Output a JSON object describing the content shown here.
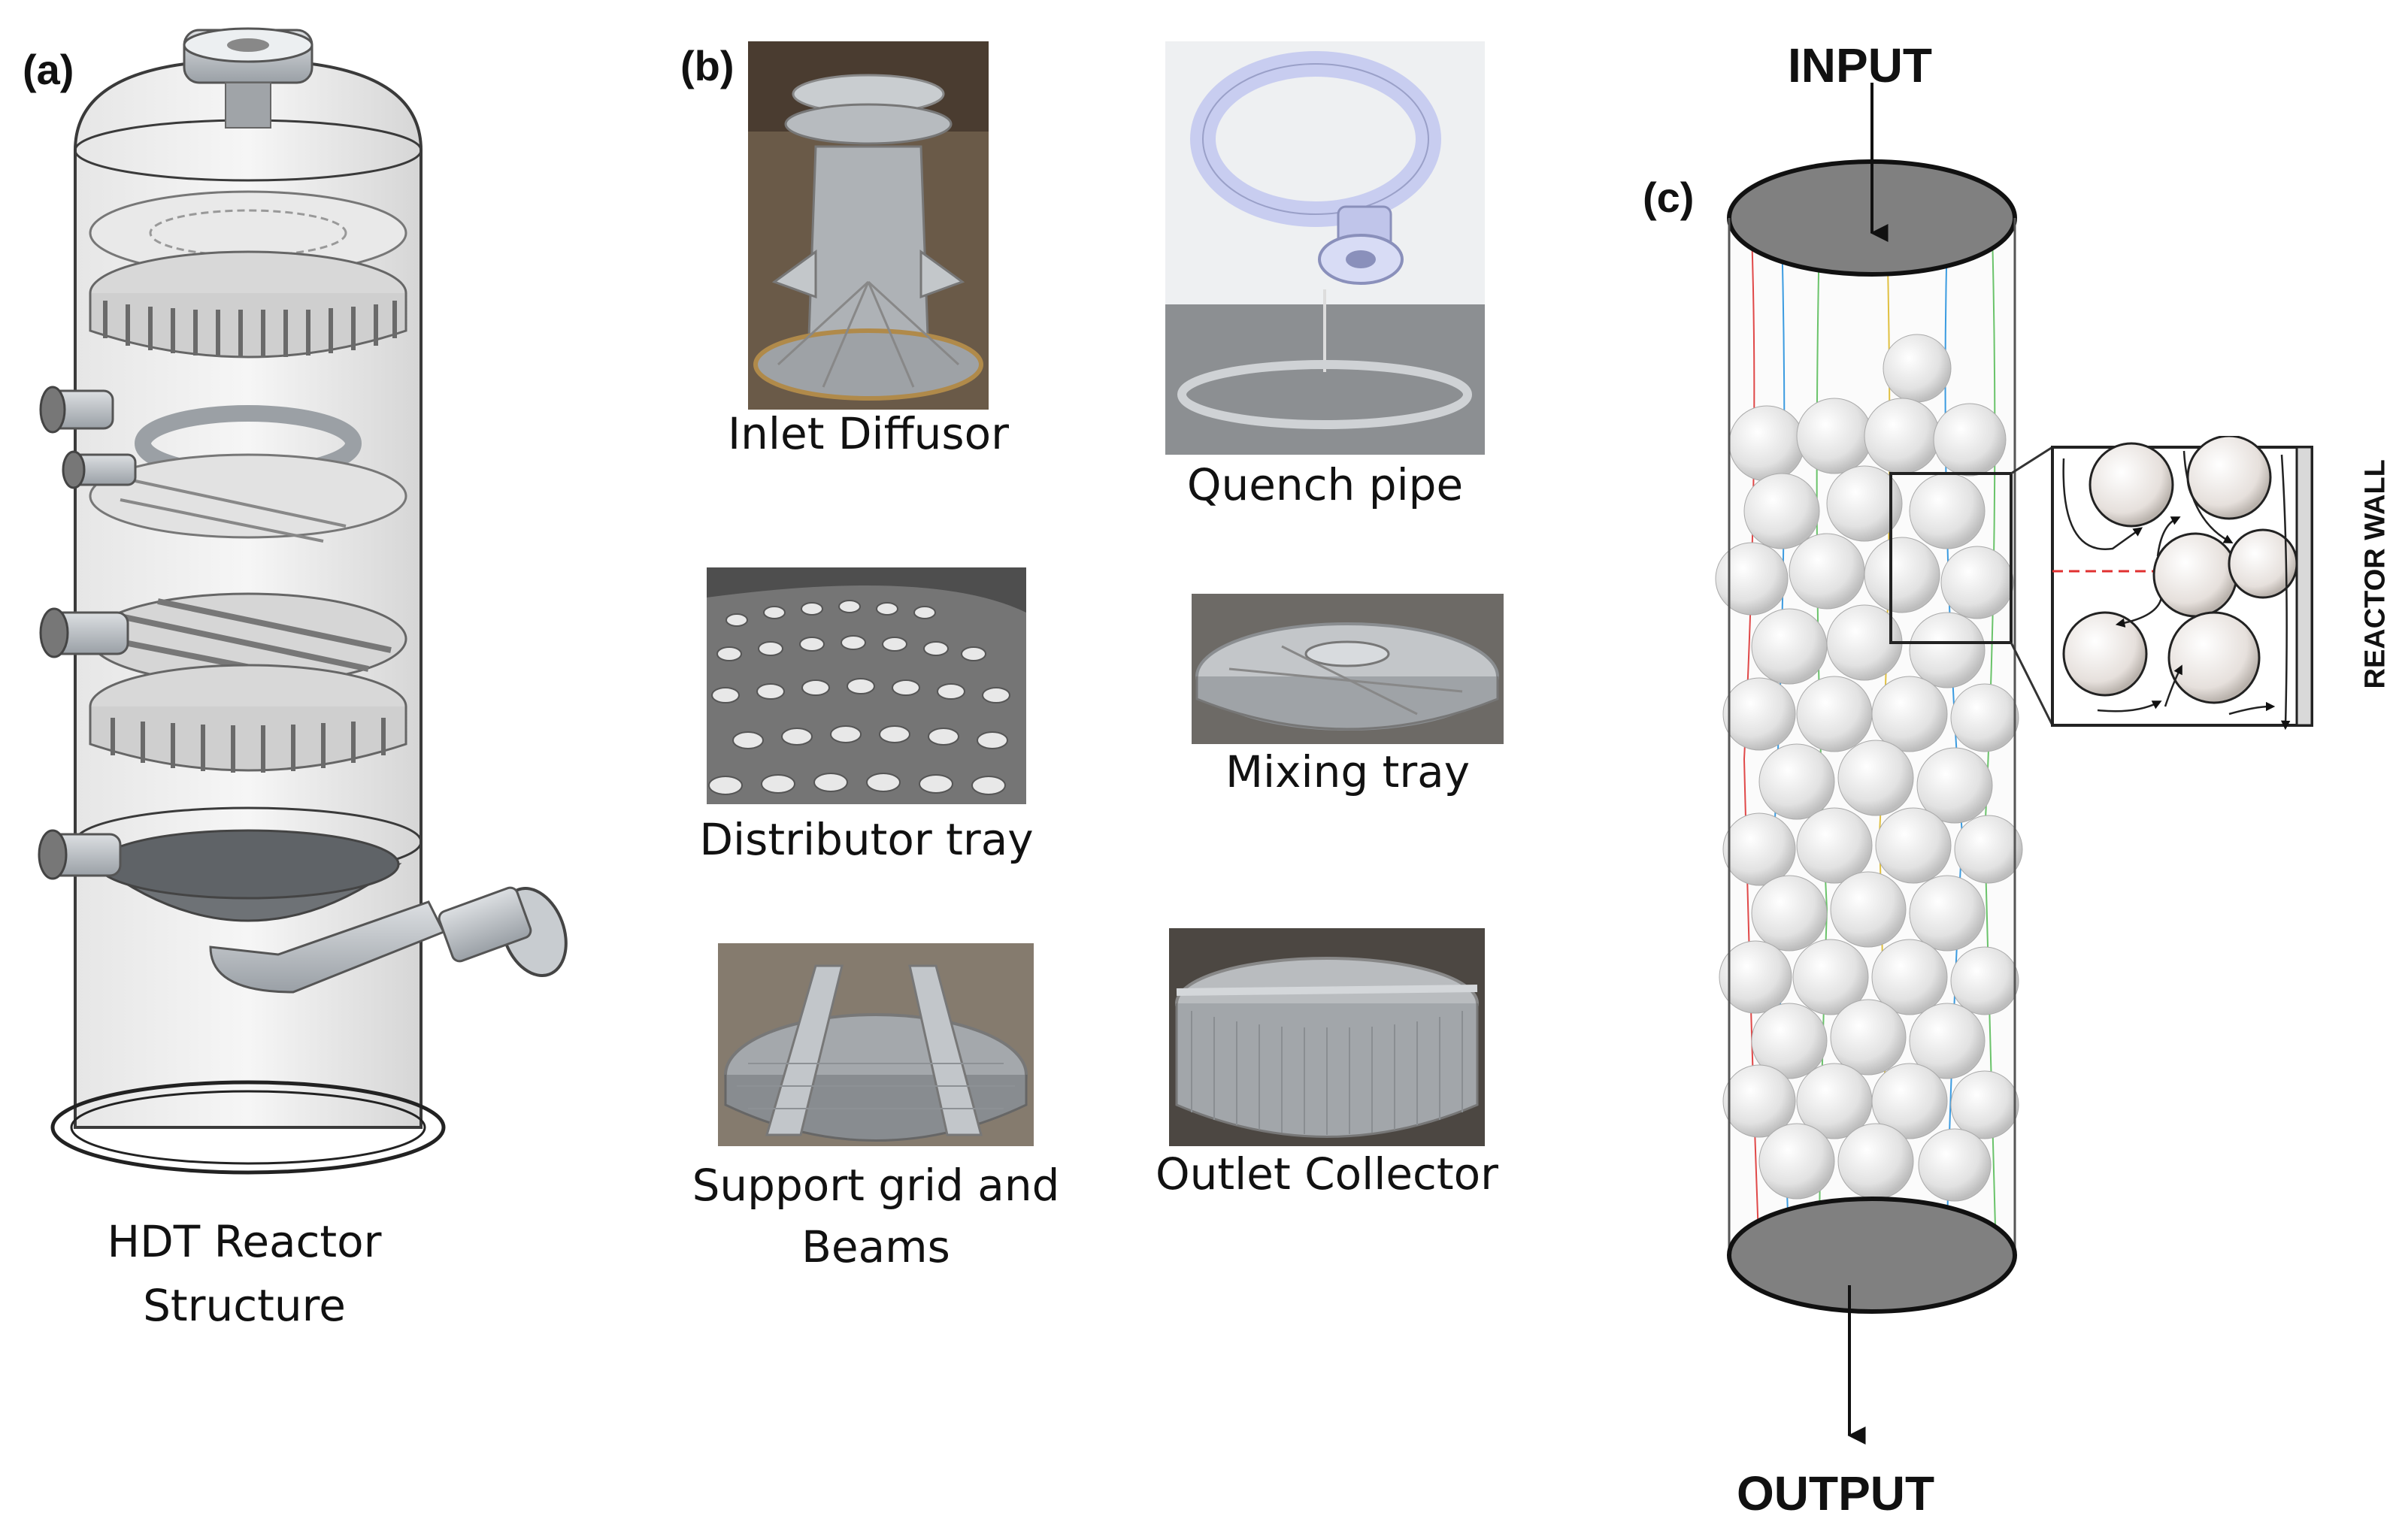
{
  "panels": {
    "a": {
      "letter": "(a)",
      "caption_line1": "HDT Reactor",
      "caption_line2": "Structure"
    },
    "b": {
      "letter": "(b)",
      "items": [
        {
          "label": "Inlet Diffusor"
        },
        {
          "label": "Quench pipe"
        },
        {
          "label": "Distributor tray"
        },
        {
          "label": "Mixing tray"
        },
        {
          "label_line1": "Support grid and",
          "label_line2": "Beams"
        },
        {
          "label": "Outlet Collector"
        }
      ]
    },
    "c": {
      "letter": "(c)",
      "input_label": "INPUT",
      "output_label": "OUTPUT",
      "wall_label": "REACTOR WALL"
    }
  },
  "colors": {
    "metal": "#b8bcc0",
    "metal_dark": "#7d8186",
    "vessel_outline": "#3a3a3a",
    "cap_fill": "#808080",
    "sphere": "#e4e4e4",
    "dashed_line": "#e03030"
  }
}
